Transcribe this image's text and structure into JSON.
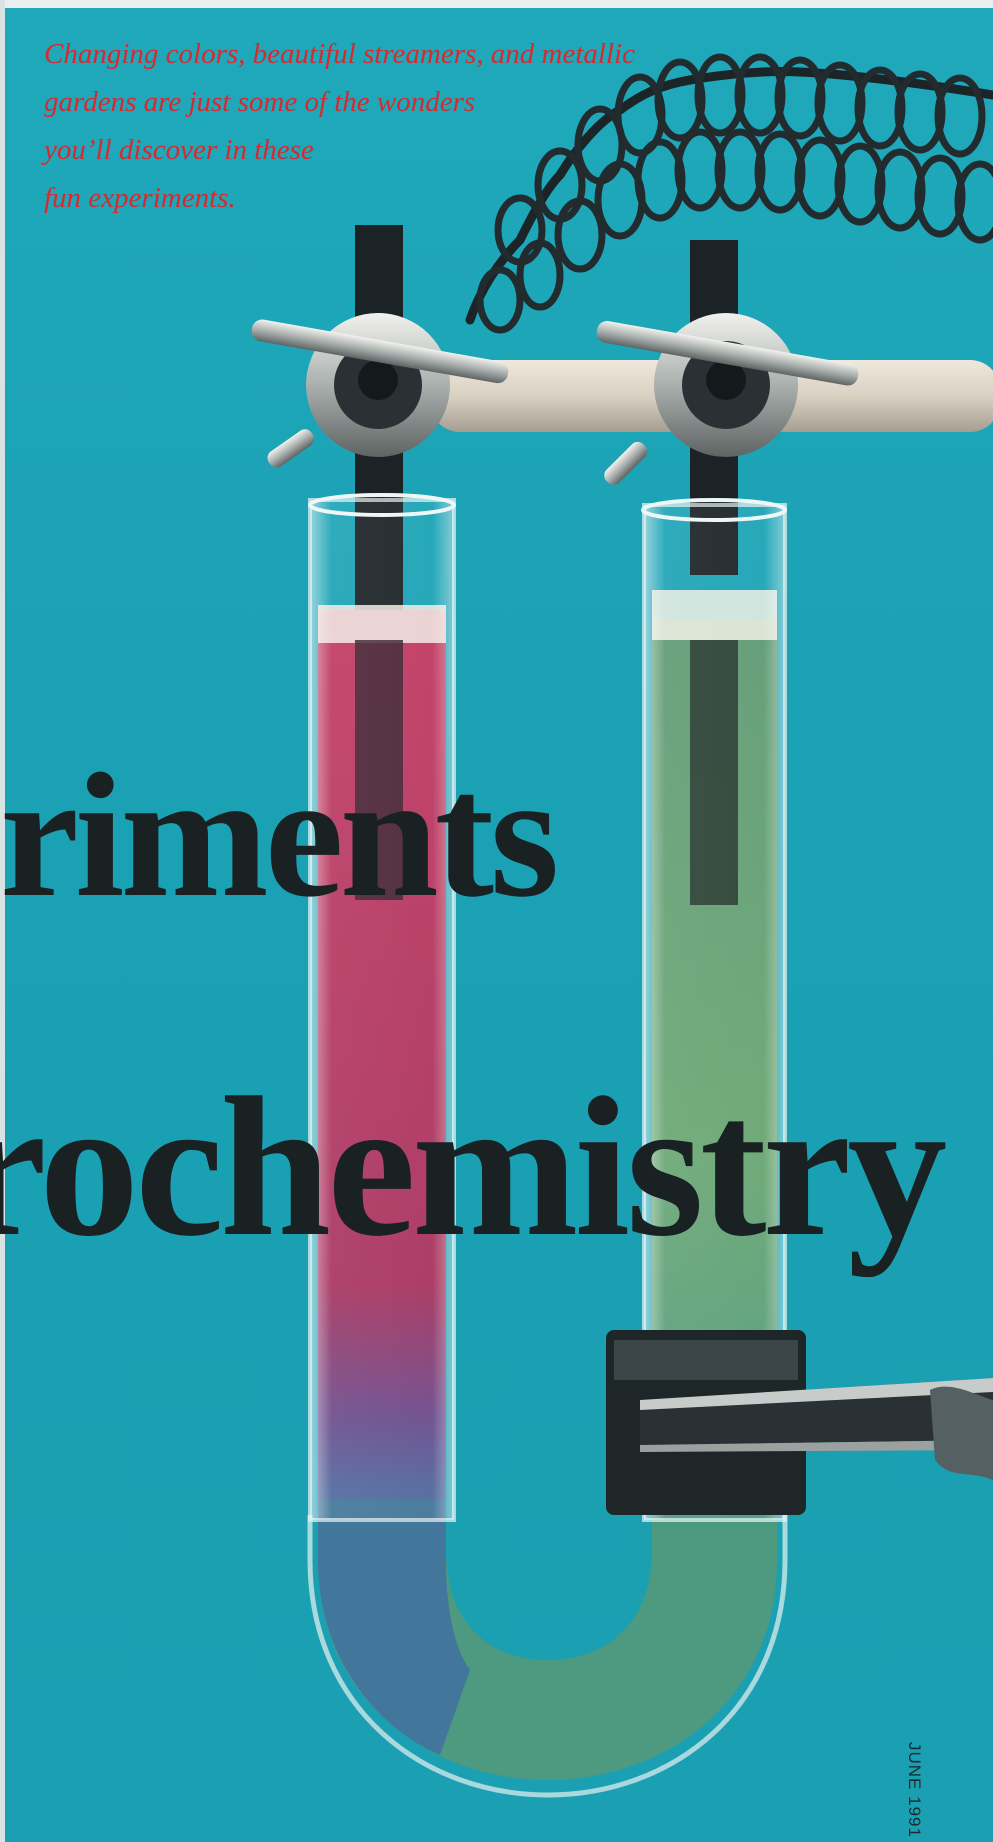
{
  "intro_lines": [
    "Changing colors, beautiful streamers, and metallic",
    "gardens are just some of the wonders",
    "you’ll discover in these",
    "fun experiments."
  ],
  "headline": {
    "line1": "riments",
    "line2": "rochemistry"
  },
  "dateline": "JUNE 1991",
  "colors": {
    "background": "#1ba3b4",
    "intro_text": "#d52a2f",
    "headline_text": "#1a2123",
    "red_solution": "#b5305a",
    "green_solution": "#4f9e7c"
  }
}
